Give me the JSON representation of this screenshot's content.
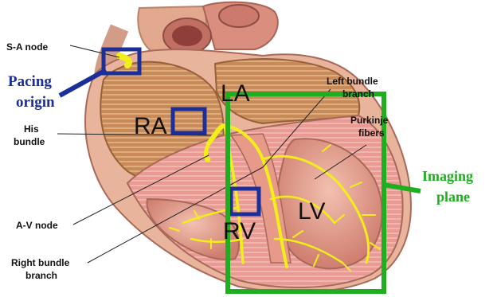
{
  "labels": {
    "sa_node": "S-A node",
    "his_line1": "His",
    "his_line2": "bundle",
    "av_node": "A-V node",
    "rbb_line1": "Right bundle",
    "rbb_line2": "branch",
    "lbb_line1": "Left bundle",
    "lbb_line2": "branch",
    "purkinje_line1": "Purkinje",
    "purkinje_line2": "fibers"
  },
  "chambers": {
    "la": "LA",
    "ra": "RA",
    "lv": "LV",
    "rv": "RV"
  },
  "annotations": {
    "pacing_line1": "Pacing",
    "pacing_line2": "origin",
    "imaging_line1": "Imaging",
    "imaging_line2": "plane"
  },
  "colors": {
    "pacing": "#1b2f9a",
    "imaging": "#1fae1f",
    "conduction": "#f2ee1a",
    "myocardium": "#e89a8a",
    "atrium_tissue": "#c98a5a"
  }
}
